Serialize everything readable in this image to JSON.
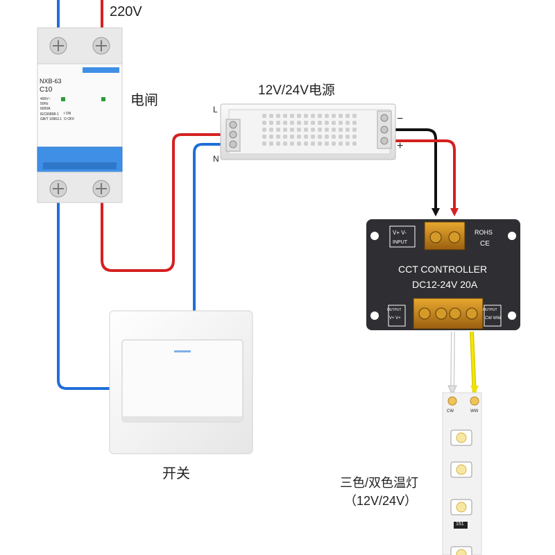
{
  "labels": {
    "voltage_220": "220V",
    "breaker": "电闸",
    "psu_title": "12V/24V电源",
    "psu_l": "L",
    "psu_n": "N",
    "psu_minus": "−",
    "psu_plus": "+",
    "switch": "开关",
    "strip_line1": "三色/双色温灯",
    "strip_line2": "（12V/24V）"
  },
  "breaker_face": {
    "model": "NXB-63",
    "rating": "C10",
    "spec1": "400V~",
    "spec2": "50Hz",
    "spec3": "6000A",
    "standard1": "IEC60898-1",
    "standard2": "GB/T 10963.1",
    "on": "I ON",
    "off": "O OFF"
  },
  "controller": {
    "name": "CCT CONTROLLER",
    "rating": "DC12-24V  20A",
    "input_label": "INPUT",
    "input_pins": "V+  V-",
    "output_label": "OUTPUT",
    "output_left": "V+ V+",
    "output_right": "CW WW",
    "rohs": "ROHS",
    "ce": "CE"
  },
  "strip": {
    "pad_cw": "CW",
    "pad_ww": "WW",
    "resistor": "151"
  },
  "colors": {
    "live_wire": "#d42020",
    "neutral_wire": "#1e6fd8",
    "negative_wire": "#111111",
    "breaker_handle": "#3f8fe6",
    "controller_body": "#2f2f33",
    "terminal": "#c98a1a",
    "strip_white_wire": "#f2f2f2",
    "strip_yellow_wire": "#f0e000"
  }
}
